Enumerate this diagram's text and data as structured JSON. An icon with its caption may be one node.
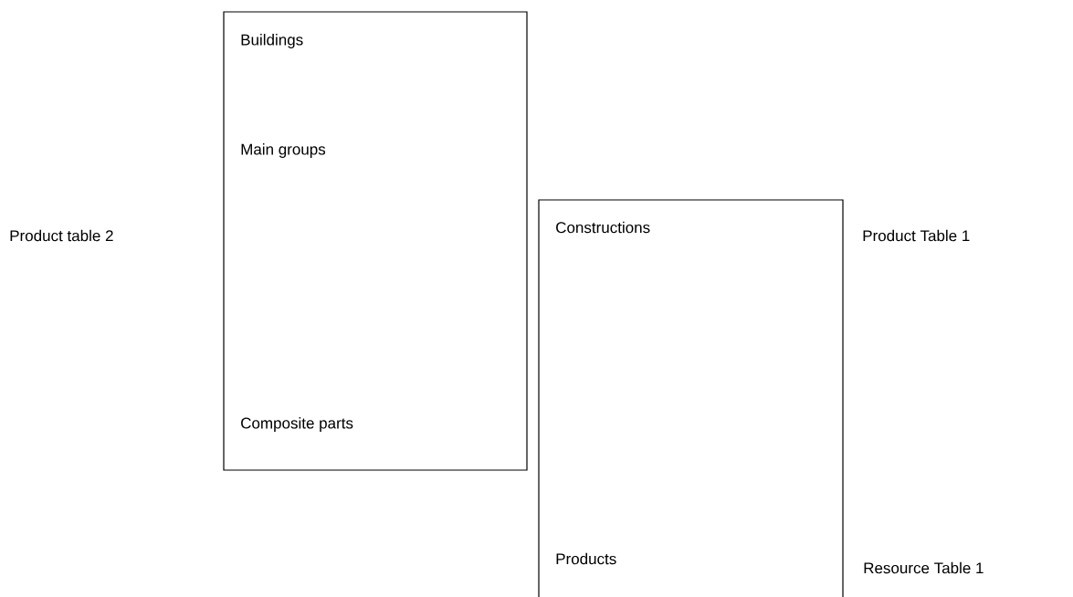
{
  "diagram": {
    "nodes": [
      {
        "text": [
          "Buildings",
          "Main groups",
          "Composite parts"
        ]
      },
      {
        "text": [
          "Constructions",
          "Products"
        ]
      }
    ],
    "labels": [
      "Product table 2",
      "Product Table 1",
      "Resource Table 1"
    ]
  }
}
